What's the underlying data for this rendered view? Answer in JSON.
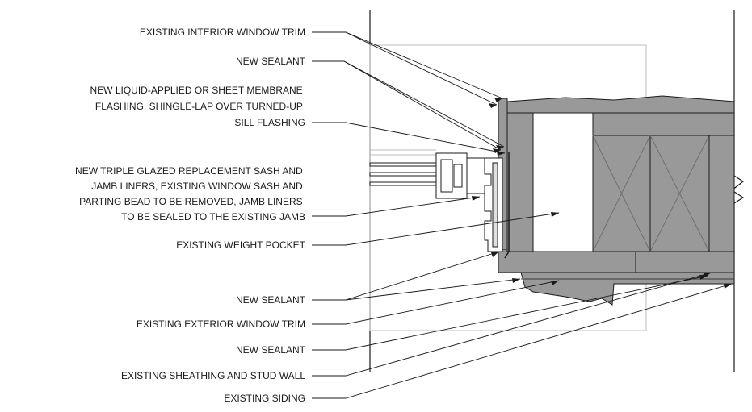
{
  "colors": {
    "line": "#1a1a1a",
    "fill": "#999999",
    "light_line": "#bdbdbd",
    "background": "#ffffff"
  },
  "labels": [
    {
      "id": "interior-trim",
      "lines": [
        "EXISTING INTERIOR WINDOW TRIM"
      ]
    },
    {
      "id": "sealant-top",
      "lines": [
        "NEW SEALANT"
      ]
    },
    {
      "id": "membrane",
      "lines": [
        "NEW LIQUID-APPLIED OR SHEET MEMBRANE",
        "FLASHING, SHINGLE-LAP OVER TURNED-UP",
        "SILL FLASHING"
      ]
    },
    {
      "id": "sash",
      "lines": [
        "NEW TRIPLE GLAZED REPLACEMENT SASH AND",
        "JAMB LINERS, EXISTING WINDOW SASH AND",
        "PARTING BEAD TO BE REMOVED, JAMB LINERS",
        "TO BE SEALED TO THE EXISTING JAMB"
      ]
    },
    {
      "id": "weight-pocket",
      "lines": [
        "EXISTING WEIGHT POCKET"
      ]
    },
    {
      "id": "sealant-mid",
      "lines": [
        "NEW SEALANT"
      ]
    },
    {
      "id": "exterior-trim",
      "lines": [
        "EXISTING EXTERIOR WINDOW TRIM"
      ]
    },
    {
      "id": "sealant-bottom",
      "lines": [
        "NEW SEALANT"
      ]
    },
    {
      "id": "sheathing",
      "lines": [
        "EXISTING SHEATHING AND STUD WALL"
      ]
    },
    {
      "id": "siding",
      "lines": [
        "EXISTING SIDING"
      ]
    }
  ]
}
